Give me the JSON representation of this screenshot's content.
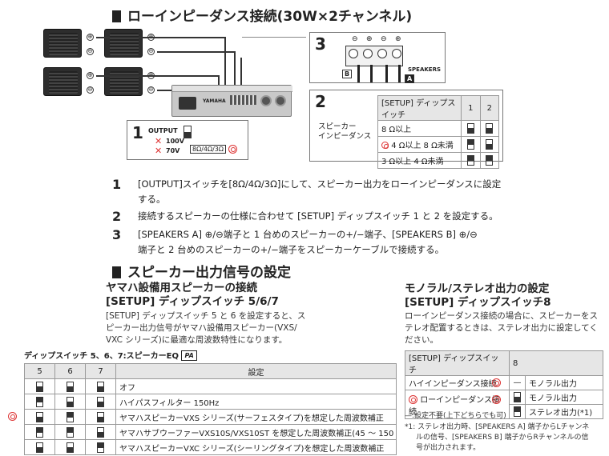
{
  "section1": {
    "title": "ローインピーダンス接続(30W×2チャンネル)"
  },
  "diagram": {
    "callout1": {
      "number": "1",
      "output_label": "OUTPUT",
      "v100": "100V",
      "v70": "70V",
      "ohm": "8Ω/4Ω/3Ω"
    },
    "callout2": {
      "number": "2",
      "header_setup": "[SETUP] ディップスイッチ",
      "col1": "1",
      "col2": "2",
      "label_line1": "スピーカー",
      "label_line2": "インピーダンス",
      "rows": [
        "8 Ω以上",
        "4 Ω以上 8 Ω未満",
        "3 Ω以上 4 Ω未満"
      ]
    },
    "callout3": {
      "number": "3",
      "speakers_label": "SPEAKERS",
      "b_label": "B",
      "a_label": "A",
      "terminal_signs": [
        "⊖",
        "⊕",
        "⊖",
        "⊕"
      ]
    },
    "amp_brand": "YAMAHA",
    "plus": "⊕",
    "minus": "⊖"
  },
  "steps": [
    {
      "num": "1",
      "line1": "[OUTPUT]スイッチを[8Ω/4Ω/3Ω]にして、スピーカー出力をローインピーダンスに設定",
      "line2": "する。"
    },
    {
      "num": "2",
      "line1": "接続するスピーカーの仕様に合わせて [SETUP] ディップスイッチ 1 と 2 を設定する。",
      "line2": ""
    },
    {
      "num": "3",
      "line1": "[SPEAKERS A] ⊕/⊖端子と 1 台めのスピーカーの+/−端子、[SPEAKERS B] ⊕/⊖",
      "line2": "端子と 2 台めのスピーカーの+/−端子をスピーカーケーブルで接続する。"
    }
  ],
  "section2": {
    "title": "スピーカー出力信号の設定"
  },
  "yamaha": {
    "heading1": "ヤマハ設備用スピーカーの接続",
    "heading2": "[SETUP] ディップスイッチ 5/6/7",
    "para": [
      "[SETUP] ディップスイッチ 5 と 6 を設定すると、ス",
      "ピーカー出力信号がヤマハ設備用スピーカー(VXS/",
      "VXC シリーズ)に最適な周波数特性になります。"
    ],
    "table_caption": "ディップスイッチ 5、6、7:スピーカーEQ",
    "pa_badge": "PA",
    "headers": [
      "5",
      "6",
      "7",
      "設定"
    ],
    "rows": [
      "オフ",
      "ハイパスフィルター 150Hz",
      "ヤマハスピーカーVXS シリーズ(サーフェスタイプ)を想定した周波数補正",
      "ヤマハサブウーファーVXS10S/VXS10ST を想定した周波数補正(45 ～ 150",
      "ヤマハスピーカーVXC シリーズ(シーリングタイプ)を想定した周波数補正"
    ]
  },
  "monostereo": {
    "heading1": "モノラル/ステレオ出力の設定",
    "heading2": "[SETUP] ディップスイッチ8",
    "para": [
      "ローインピーダンス接続の場合に、スピーカーをス",
      "テレオ配置するときは、ステレオ出力に設定してく",
      "ださい。"
    ],
    "header_setup": "[SETUP] ディップスイッチ",
    "header_8": "8",
    "row_hi": "ハイインピーダンス接続",
    "row_hi_dash": "—",
    "row_hi_value": "モノラル出力",
    "row_lo": "ローインピーダンス接続",
    "row_lo_mono": "モノラル出力",
    "row_lo_stereo": "ステレオ出力(*1)",
    "note_dash": "—:設定不要(上下どちらでも可)",
    "note1": [
      "*1: ステレオ出力時、[SPEAKERS A] 端子からLチャンネ",
      "ルの信号、[SPEAKERS B] 端子からRチャンネルの信",
      "号が出力されます。"
    ]
  }
}
